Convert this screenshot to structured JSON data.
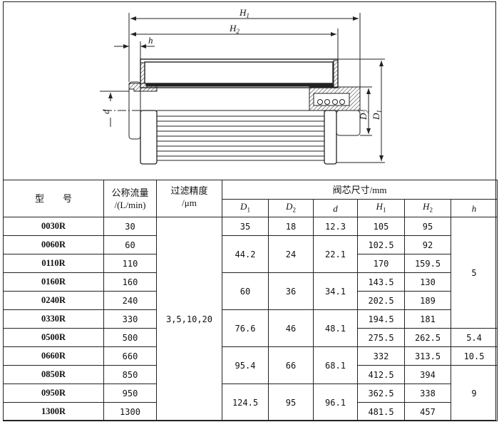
{
  "drawing": {
    "labels": {
      "H1": "H",
      "H1_sub": "1",
      "H2": "H",
      "H2_sub": "2",
      "h": "h",
      "d": "d",
      "D2": "D",
      "D2_sub": "2",
      "D1": "D",
      "D1_sub": "1"
    }
  },
  "table": {
    "headers": {
      "model": "型　　号",
      "flow": "公称流量",
      "flow_unit": "/(L/min)",
      "precision": "过滤精度",
      "precision_unit": "/μm",
      "dims": "阀芯尺寸/mm",
      "D1": "D",
      "D1_sub": "1",
      "D2": "D",
      "D2_sub": "2",
      "d": "d",
      "H1": "H",
      "H1_sub": "1",
      "H2": "H",
      "H2_sub": "2",
      "h": "h"
    },
    "precision_value": "3,5,10,20",
    "rows": [
      {
        "model": "0030R",
        "flow": "30",
        "H1": "105",
        "H2": "95"
      },
      {
        "model": "0060R",
        "flow": "60",
        "H1": "102.5",
        "H2": "92"
      },
      {
        "model": "0110R",
        "flow": "110",
        "H1": "170",
        "H2": "159.5"
      },
      {
        "model": "0160R",
        "flow": "160",
        "H1": "143.5",
        "H2": "130"
      },
      {
        "model": "0240R",
        "flow": "240",
        "H1": "202.5",
        "H2": "189"
      },
      {
        "model": "0330R",
        "flow": "330",
        "H1": "194.5",
        "H2": "181"
      },
      {
        "model": "0500R",
        "flow": "500",
        "H1": "275.5",
        "H2": "262.5"
      },
      {
        "model": "0660R",
        "flow": "660",
        "H1": "332",
        "H2": "313.5"
      },
      {
        "model": "0850R",
        "flow": "850",
        "H1": "412.5",
        "H2": "394"
      },
      {
        "model": "0950R",
        "flow": "950",
        "H1": "362.5",
        "H2": "338"
      },
      {
        "model": "1300R",
        "flow": "1300",
        "H1": "481.5",
        "H2": "457"
      }
    ],
    "diameter_groups": [
      {
        "D1": "35",
        "D2": "18",
        "d": "12.3"
      },
      {
        "D1": "44.2",
        "D2": "24",
        "d": "22.1"
      },
      {
        "D1": "60",
        "D2": "36",
        "d": "34.1"
      },
      {
        "D1": "76.6",
        "D2": "46",
        "d": "48.1"
      },
      {
        "D1": "95.4",
        "D2": "66",
        "d": "68.1"
      },
      {
        "D1": "124.5",
        "D2": "95",
        "d": "96.1"
      }
    ],
    "h_groups": [
      "5",
      "5.4",
      "10.5",
      "9"
    ]
  }
}
